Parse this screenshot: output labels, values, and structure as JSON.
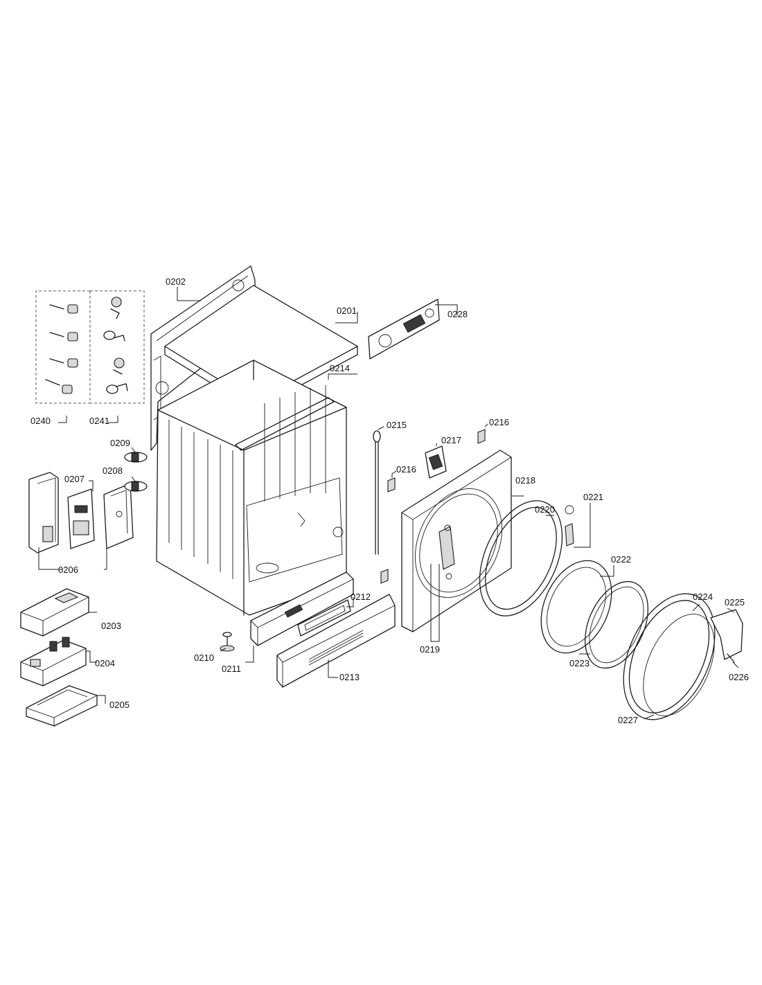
{
  "labels": {
    "p0201": "0201",
    "p0202": "0202",
    "p0203": "0203",
    "p0204": "0204",
    "p0205": "0205",
    "p0206": "0206",
    "p0207": "0207",
    "p0208": "0208",
    "p0209": "0209",
    "p0210": "0210",
    "p0211": "0211",
    "p0212": "0212",
    "p0213": "0213",
    "p0214": "0214",
    "p0215": "0215",
    "p0216a": "0216",
    "p0216b": "0216",
    "p0217": "0217",
    "p0218": "0218",
    "p0219": "0219",
    "p0220": "0220",
    "p0221": "0221",
    "p0222": "0222",
    "p0223": "0223",
    "p0224": "0224",
    "p0225": "0225",
    "p0226": "0226",
    "p0227": "0227",
    "p0228": "0228",
    "p0240": "0240",
    "p0241": "0241"
  }
}
